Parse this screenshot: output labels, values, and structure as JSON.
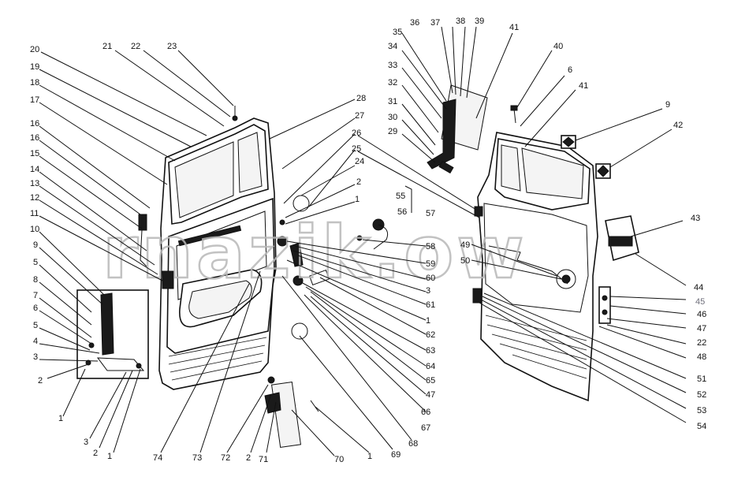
{
  "watermark": "rnazik.ow",
  "accent_color": "#6e6e7a",
  "labels": [
    {
      "id": "L20",
      "text": "20"
    },
    {
      "id": "L21",
      "text": "21"
    },
    {
      "id": "L22a",
      "text": "22"
    },
    {
      "id": "L23",
      "text": "23"
    },
    {
      "id": "L19",
      "text": "19"
    },
    {
      "id": "L18",
      "text": "18"
    },
    {
      "id": "L17",
      "text": "17"
    },
    {
      "id": "L16a",
      "text": "16"
    },
    {
      "id": "L16b",
      "text": "16"
    },
    {
      "id": "L15",
      "text": "15"
    },
    {
      "id": "L14",
      "text": "14"
    },
    {
      "id": "L13",
      "text": "13"
    },
    {
      "id": "L12",
      "text": "12"
    },
    {
      "id": "L11",
      "text": "11"
    },
    {
      "id": "L10",
      "text": "10"
    },
    {
      "id": "L9a",
      "text": "9"
    },
    {
      "id": "L5a",
      "text": "5"
    },
    {
      "id": "L8",
      "text": "8"
    },
    {
      "id": "L7",
      "text": "7"
    },
    {
      "id": "L6a",
      "text": "6"
    },
    {
      "id": "L5b",
      "text": "5"
    },
    {
      "id": "L4",
      "text": "4"
    },
    {
      "id": "L3a",
      "text": "3"
    },
    {
      "id": "L2a",
      "text": "2"
    },
    {
      "id": "L1a",
      "text": "1"
    },
    {
      "id": "L3b",
      "text": "3"
    },
    {
      "id": "L2b",
      "text": "2"
    },
    {
      "id": "L1b",
      "text": "1"
    },
    {
      "id": "L74",
      "text": "74"
    },
    {
      "id": "L73",
      "text": "73"
    },
    {
      "id": "L72",
      "text": "72"
    },
    {
      "id": "L2c",
      "text": "2"
    },
    {
      "id": "L71",
      "text": "71"
    },
    {
      "id": "L70",
      "text": "70"
    },
    {
      "id": "L1c",
      "text": "1"
    },
    {
      "id": "L69",
      "text": "69"
    },
    {
      "id": "L68",
      "text": "68"
    },
    {
      "id": "L28",
      "text": "28"
    },
    {
      "id": "L27",
      "text": "27"
    },
    {
      "id": "L26",
      "text": "26"
    },
    {
      "id": "L25",
      "text": "25"
    },
    {
      "id": "L24",
      "text": "24"
    },
    {
      "id": "L2d",
      "text": "2"
    },
    {
      "id": "L1d",
      "text": "1"
    },
    {
      "id": "L55",
      "text": "55"
    },
    {
      "id": "L56",
      "text": "56"
    },
    {
      "id": "L57",
      "text": "57"
    },
    {
      "id": "L58",
      "text": "58"
    },
    {
      "id": "L59",
      "text": "59"
    },
    {
      "id": "L60",
      "text": "60"
    },
    {
      "id": "L3c",
      "text": "3"
    },
    {
      "id": "L61",
      "text": "61"
    },
    {
      "id": "L1e",
      "text": "1"
    },
    {
      "id": "L62",
      "text": "62"
    },
    {
      "id": "L63",
      "text": "63"
    },
    {
      "id": "L64",
      "text": "64"
    },
    {
      "id": "L65",
      "text": "65"
    },
    {
      "id": "L47a",
      "text": "47"
    },
    {
      "id": "L66",
      "text": "66"
    },
    {
      "id": "L67",
      "text": "67"
    },
    {
      "id": "L35",
      "text": "35"
    },
    {
      "id": "L36",
      "text": "36"
    },
    {
      "id": "L37",
      "text": "37"
    },
    {
      "id": "L38",
      "text": "38"
    },
    {
      "id": "L39",
      "text": "39"
    },
    {
      "id": "L41a",
      "text": "41"
    },
    {
      "id": "L34",
      "text": "34"
    },
    {
      "id": "L33",
      "text": "33"
    },
    {
      "id": "L32",
      "text": "32"
    },
    {
      "id": "L31",
      "text": "31"
    },
    {
      "id": "L30",
      "text": "30"
    },
    {
      "id": "L29",
      "text": "29"
    },
    {
      "id": "L40",
      "text": "40"
    },
    {
      "id": "L6b",
      "text": "6"
    },
    {
      "id": "L41b",
      "text": "41"
    },
    {
      "id": "L9b",
      "text": "9"
    },
    {
      "id": "L42",
      "text": "42"
    },
    {
      "id": "L43",
      "text": "43"
    },
    {
      "id": "L49",
      "text": "49"
    },
    {
      "id": "L50",
      "text": "50"
    },
    {
      "id": "L44",
      "text": "44"
    },
    {
      "id": "L45",
      "text": "45"
    },
    {
      "id": "L46",
      "text": "46"
    },
    {
      "id": "L47b",
      "text": "47"
    },
    {
      "id": "L22b",
      "text": "22"
    },
    {
      "id": "L48",
      "text": "48"
    },
    {
      "id": "L51",
      "text": "51"
    },
    {
      "id": "L52",
      "text": "52"
    },
    {
      "id": "L53",
      "text": "53"
    },
    {
      "id": "L54",
      "text": "54"
    }
  ]
}
